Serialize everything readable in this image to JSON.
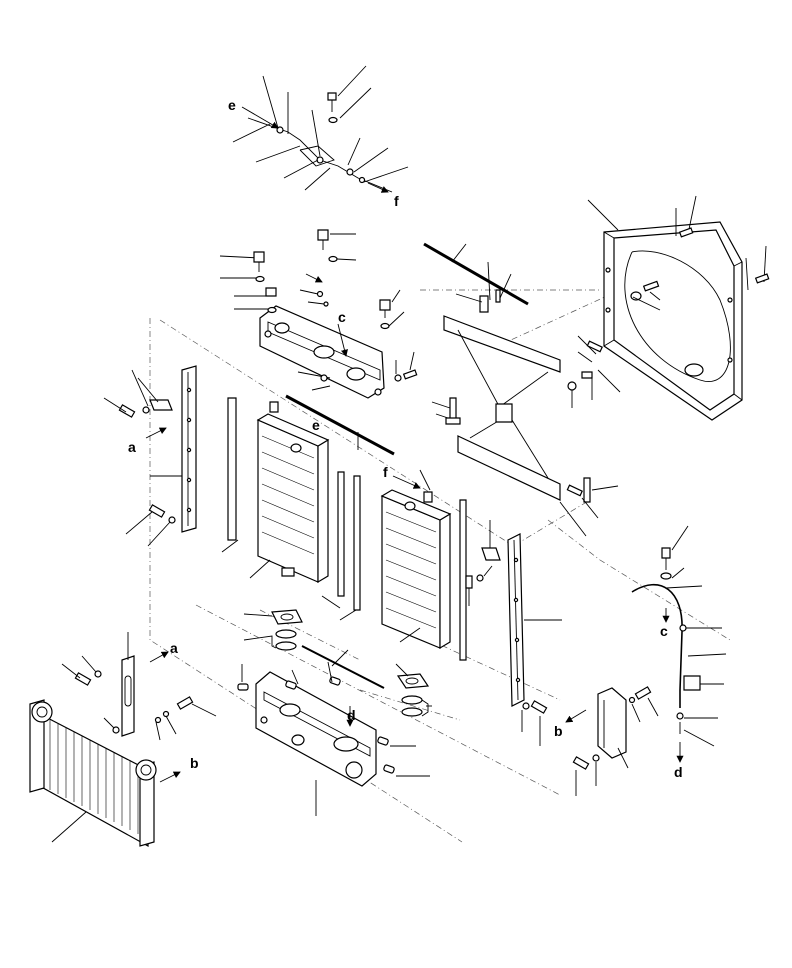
{
  "diagram": {
    "markers": {
      "e_top": "e",
      "f_top": "f",
      "c_upper": "c",
      "e_mid": "e",
      "f_mid": "f",
      "a_left": "a",
      "a_lower": "a",
      "b_lower": "b",
      "b_right": "b",
      "c_right": "c",
      "d_center": "d",
      "d_right": "d"
    }
  }
}
